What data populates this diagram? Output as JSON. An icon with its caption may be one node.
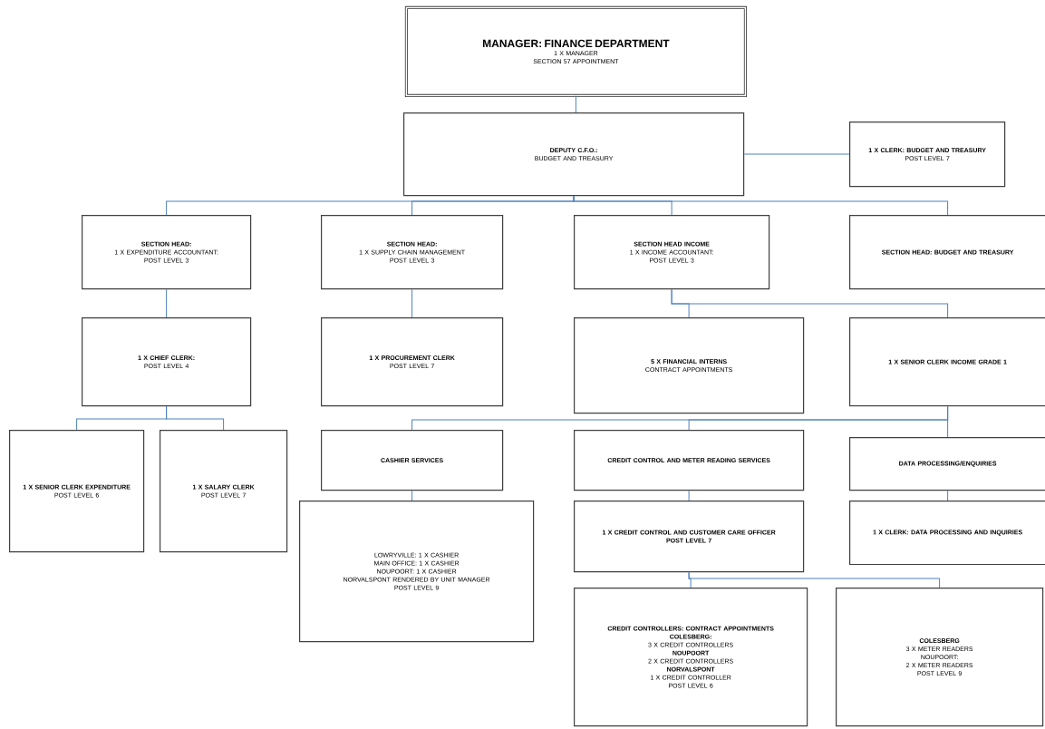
{
  "diagram": {
    "nodes": [
      {
        "text": [
          "MANAGER: FINANCE DEPARTMENT",
          "1 X MANAGER",
          "SECTION 57 APPOINTMENT"
        ]
      },
      {
        "text": [
          "DEPUTY C.F.O.:",
          "BUDGET AND TREASURY"
        ]
      },
      {
        "text": [
          "1 X CLERK: BUDGET AND TREASURY",
          "POST LEVEL 7"
        ]
      },
      {
        "text": [
          "SECTION HEAD:",
          "1 X EXPENDITURE ACCOUNTANT:",
          "POST LEVEL 3"
        ]
      },
      {
        "text": [
          "SECTION HEAD:",
          "1 X SUPPLY CHAIN MANAGEMENT",
          "POST LEVEL 3"
        ]
      },
      {
        "text": [
          "SECTION HEAD INCOME",
          "1 X INCOME ACCOUNTANT:",
          "POST LEVEL 3"
        ]
      },
      {
        "text": [
          "SECTION HEAD: BUDGET AND TREASURY"
        ]
      },
      {
        "text": [
          "1 X CHIEF CLERK:",
          "POST LEVEL 4"
        ]
      },
      {
        "text": [
          "1 X PROCUREMENT CLERK",
          "POST LEVEL 7"
        ]
      },
      {
        "text": [
          "5 X FINANCIAL INTERNS",
          "CONTRACT APPOINTMENTS"
        ]
      },
      {
        "text": [
          "1 X SENIOR CLERK INCOME GRADE 1"
        ]
      },
      {
        "text": [
          "1 X SENIOR CLERK EXPENDITURE",
          "POST LEVEL 6"
        ]
      },
      {
        "text": [
          "1 X SALARY CLERK",
          "POST LEVEL 7"
        ]
      },
      {
        "text": [
          "CASHIER SERVICES"
        ]
      },
      {
        "text": [
          "LOWRYVILLE: 1 X CASHIER",
          "MAIN OFFICE: 1 X CASHIER",
          "NOUPOORT: 1 X CASHIER",
          "NORVALSPONT RENDERED BY UNIT MANAGER",
          "POST LEVEL 9"
        ]
      },
      {
        "text": [
          "CREDIT CONTROL AND METER READING SERVICES"
        ]
      },
      {
        "text": [
          "DATA PROCESSING/ENQUIRIES"
        ]
      },
      {
        "text": [
          "1 X CREDIT CONTROL AND CUSTOMER CARE OFFICER",
          "POST LEVEL 7"
        ]
      },
      {
        "text": [
          "1 X CLERK: DATA PROCESSING AND INQUIRIES"
        ]
      },
      {
        "text": [
          "CREDIT CONTROLLERS: CONTRACT APPOINTMENTS",
          "COLESBERG:",
          "3 X CREDIT CONTROLLERS",
          "NOUPOORT",
          "2 X CREDIT CONTROLLERS",
          "NORVALSPONT",
          "1 X CREDIT CONTROLLER",
          "POST LEVEL 6"
        ]
      },
      {
        "text": [
          "COLESBERG",
          "3 X METER READERS",
          "NOUPOORT:",
          "2 X METER READERS",
          "POST LEVEL 9"
        ]
      }
    ],
    "edges": [
      {
        "from": 0,
        "to": 1,
        "arrow": "none"
      },
      {
        "from": 1,
        "to": 2,
        "arrow": "none"
      },
      {
        "from": 1,
        "to": 3,
        "arrow": "none"
      },
      {
        "from": 1,
        "to": 4,
        "arrow": "none"
      },
      {
        "from": 1,
        "to": 5,
        "arrow": "none"
      },
      {
        "from": 1,
        "to": 6,
        "arrow": "none"
      },
      {
        "from": 3,
        "to": 7,
        "arrow": "none"
      },
      {
        "from": 4,
        "to": 8,
        "arrow": "none"
      },
      {
        "from": 5,
        "to": 9,
        "arrow": "none"
      },
      {
        "from": 5,
        "to": 10,
        "arrow": "none"
      },
      {
        "from": 7,
        "to": 11,
        "arrow": "none"
      },
      {
        "from": 7,
        "to": 12,
        "arrow": "none"
      },
      {
        "from": 10,
        "to": 13,
        "arrow": "none"
      },
      {
        "from": 10,
        "to": 15,
        "arrow": "none"
      },
      {
        "from": 10,
        "to": 16,
        "arrow": "none"
      },
      {
        "from": 13,
        "to": 14,
        "arrow": "none"
      },
      {
        "from": 15,
        "to": 17,
        "arrow": "none"
      },
      {
        "from": 16,
        "to": 18,
        "arrow": "none"
      },
      {
        "from": 17,
        "to": 19,
        "arrow": "none"
      },
      {
        "from": 17,
        "to": 20,
        "arrow": "none"
      }
    ]
  }
}
